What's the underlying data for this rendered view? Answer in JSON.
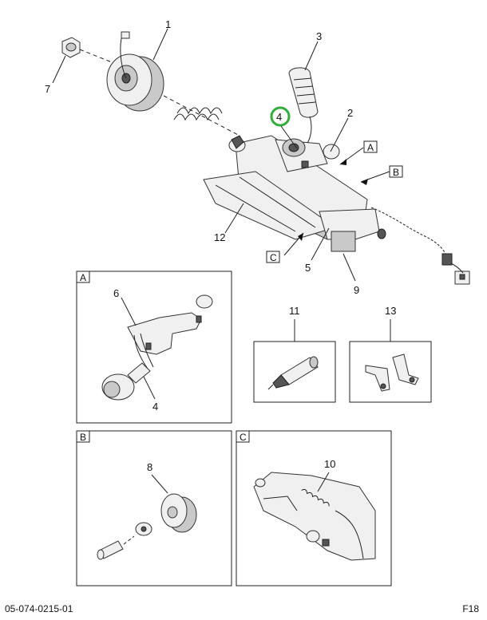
{
  "callouts": {
    "c1": "1",
    "c2": "2",
    "c3": "3",
    "c4": "4",
    "c5": "5",
    "c7": "7",
    "c9": "9",
    "c12": "12",
    "detail_a_6": "6",
    "detail_a_4": "4",
    "detail_b_8": "8",
    "detail_c_10": "10",
    "kit_11": "11",
    "kit_13": "13"
  },
  "view_letters": {
    "a": "A",
    "b": "B",
    "c": "C",
    "panel_a": "A",
    "panel_b": "B",
    "panel_c": "C"
  },
  "footer": {
    "left": "05-074-0215-01",
    "right": "F18"
  },
  "colors": {
    "highlight": "#2fae3a",
    "line": "#222222"
  }
}
